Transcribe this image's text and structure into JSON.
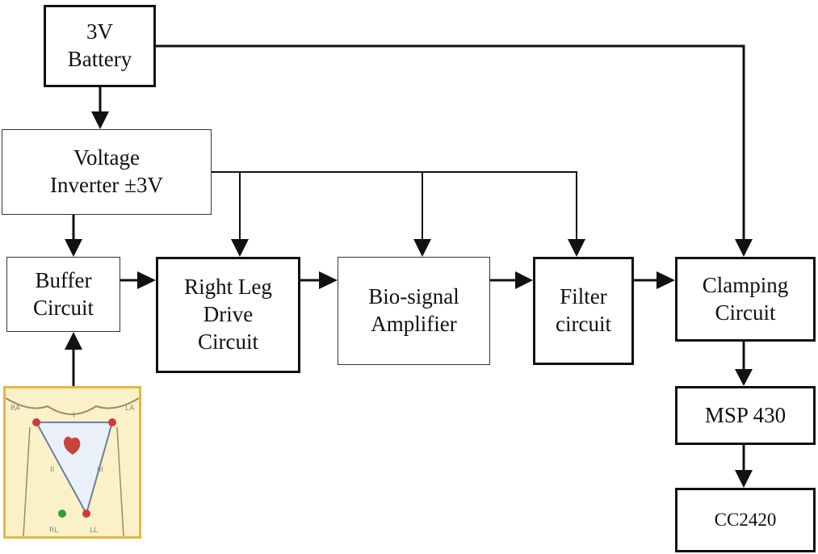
{
  "blocks": {
    "battery": {
      "line1": "3V",
      "line2": "Battery"
    },
    "inverter": {
      "line1": "Voltage",
      "line2": "Inverter ±3V"
    },
    "buffer": {
      "line1": "Buffer",
      "line2": "Circuit"
    },
    "rld": {
      "line1": "Right Leg",
      "line2": "Drive",
      "line3": "Circuit"
    },
    "amplifier": {
      "line1": "Bio-signal",
      "line2": "Amplifier"
    },
    "filter": {
      "line1": "Filter",
      "line2": "circuit"
    },
    "clamping": {
      "line1": "Clamping",
      "line2": "Circuit"
    },
    "msp": {
      "line1": "MSP 430"
    },
    "cc": {
      "line1": "CC2420"
    }
  },
  "electrode_image": {
    "labels": {
      "ra": "RA",
      "la": "LA",
      "rl": "RL",
      "ll": "LL",
      "lead1": "I",
      "lead2": "II",
      "lead3": "III"
    },
    "colors": {
      "background": "#fbf1c8",
      "frame": "#e2b84a",
      "triangle": "#eaf0fa",
      "electrode": "#d03a3a",
      "ground_electrode": "#2e9e3a",
      "heart": "#c8443a"
    }
  }
}
